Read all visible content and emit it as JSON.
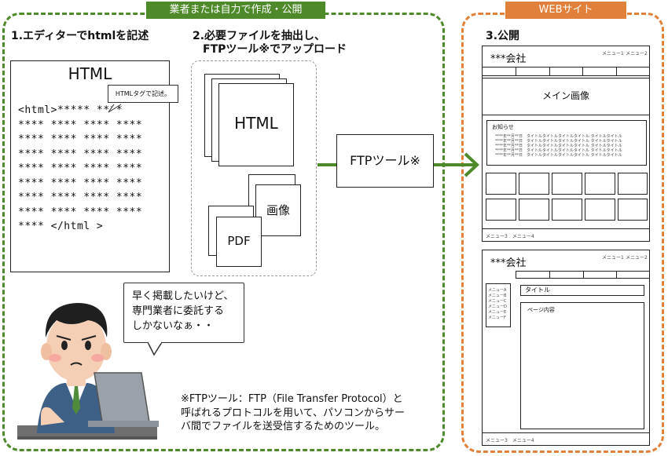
{
  "left_tag": "業者または自力で作成・公開",
  "right_tag": "WEBサイト",
  "step1": {
    "title": "1.エディターでhtmlを記述"
  },
  "step2": {
    "title_line1": "2.必要ファイルを抽出し、",
    "title_line2": "FTPツール※でアップロード"
  },
  "step3": {
    "title": "3.公開"
  },
  "editor": {
    "heading": "HTML",
    "callout": "HTMLタグで記述。",
    "lines": [
      "<html>***** ****",
      "**** **** **** ****",
      "**** **** **** ****",
      "**** **** **** ****",
      "**** **** **** ****",
      "**** **** **** ****",
      "**** **** **** ****",
      "**** **** **** ****",
      "**** </html >"
    ]
  },
  "files": {
    "html": "HTML",
    "image": "画像",
    "pdf": "PDF"
  },
  "ftp_box": "FTPツール※",
  "speech": [
    "早く掲載したいけど、",
    "専門業者に委託する",
    "しかないなぁ・・"
  ],
  "footnote": [
    "※FTPツール：FTP（File Transfer Protocol）と",
    "呼ばれるプロトコルを用いて、パソコンからサー",
    "バ間でファイルを送受信するためのツール。"
  ],
  "site_top": {
    "company": "***会社",
    "menu1": "メニュー1",
    "menu2": "メニュー2",
    "main_image": "メイン画像",
    "news_title": "お知らせ",
    "news_rows": [
      {
        "date": "****年**月**日",
        "text": "タイトルタイトルタイトルタイトル タイトルタイトル"
      },
      {
        "date": "****年**月**日",
        "text": "タイトルタイトルタイトルタイトル タイトルタイトル"
      },
      {
        "date": "****年**月**日",
        "text": "タイトルタイトルタイトルタイトル タイトルタイトル"
      },
      {
        "date": "****年**月**日",
        "text": "タイトルタイトルタイトルタイトル タイトルタイトル"
      },
      {
        "date": "****年**月**日",
        "text": "タイトルタイトルタイトルタイトル タイトルタイトル"
      }
    ],
    "footer": "メニュー3　メニュー4"
  },
  "site_sub": {
    "company": "***会社",
    "menu1": "メニュー1",
    "menu2": "メニュー2",
    "side_menu": [
      "メニューA",
      "メニューB",
      "メニューC",
      "メニューD",
      "メニューE",
      "メニューF"
    ],
    "title": "タイトル",
    "content": "ページ内容",
    "footer": "メニュー3　メニュー4"
  },
  "colors": {
    "green": "#4f8a2a",
    "orange": "#e0803a"
  }
}
